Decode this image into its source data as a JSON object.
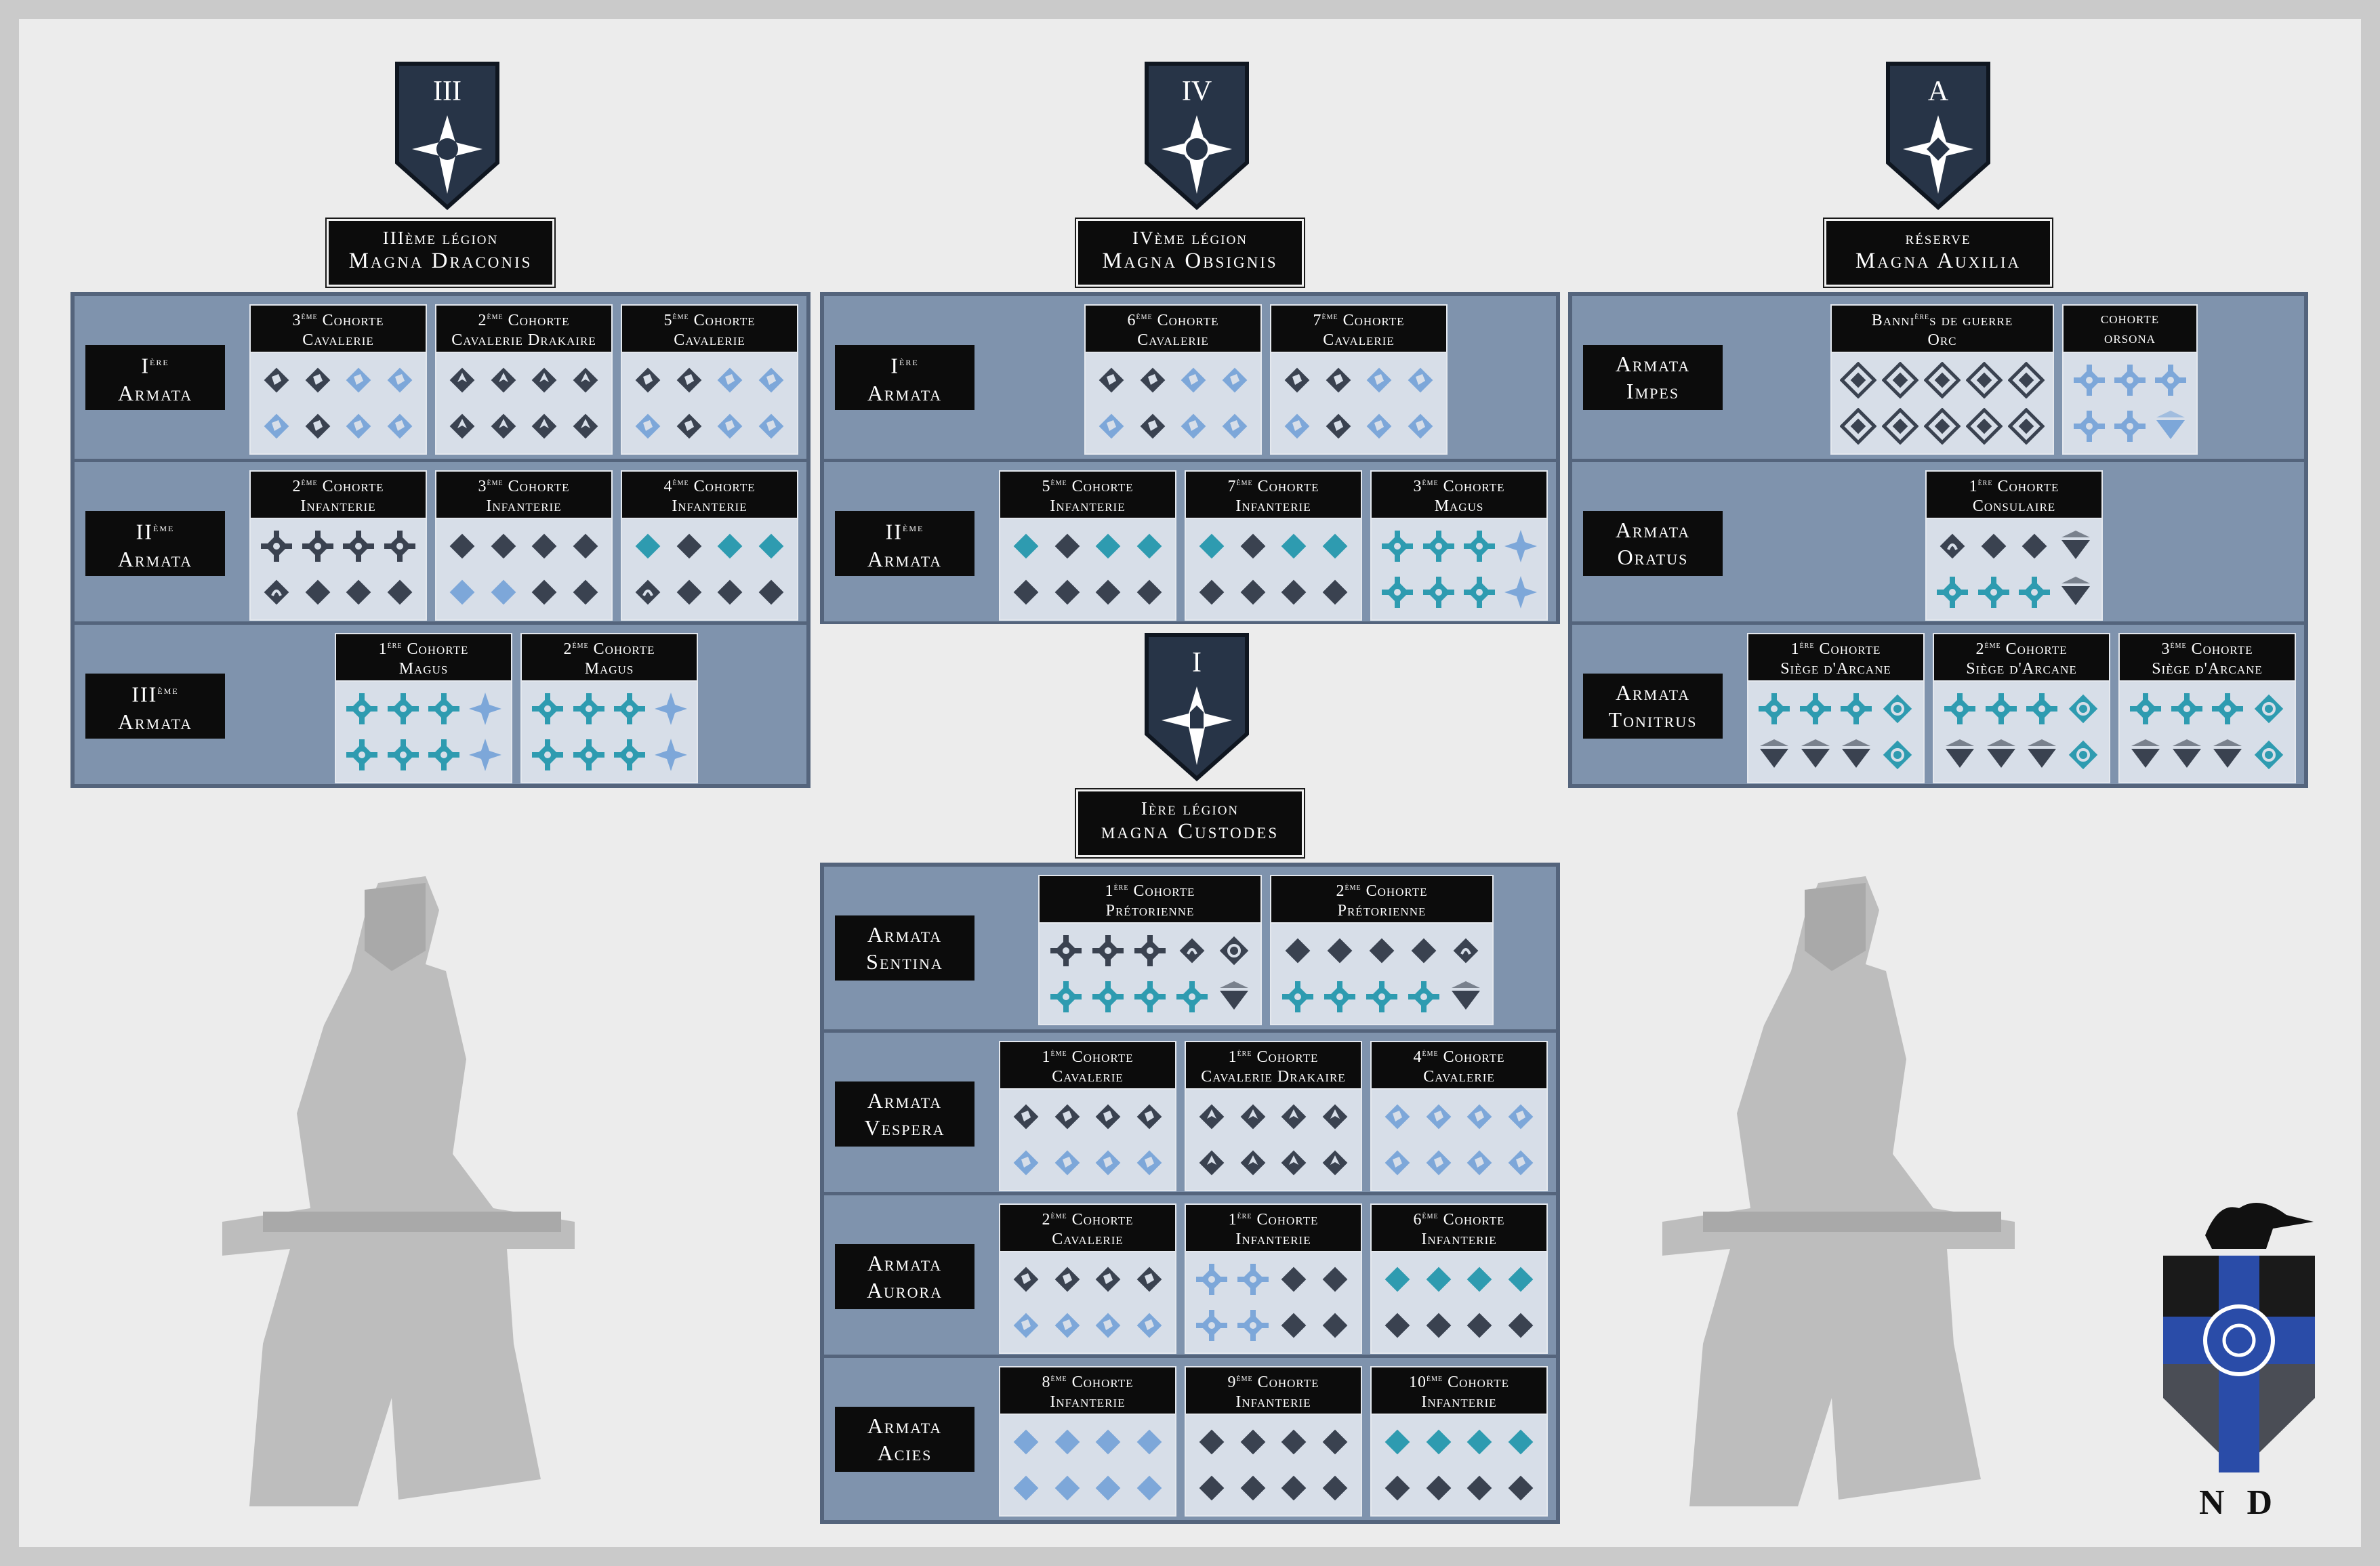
{
  "colors": {
    "frame": "#cacaca",
    "background": "#ececec",
    "panel": "#7f93ad",
    "panel_border": "#54647c",
    "label_bg": "#0c0c0c",
    "cell_bg": "#d7dee8",
    "icon_dark": "#3a4250",
    "icon_light": "#7da7d9",
    "icon_teal": "#2e9bb0",
    "emblem_blue": "#2a4ca8",
    "emblem_gray": "#4a4d55"
  },
  "crests": [
    {
      "numeral": "III",
      "emblem": "dragon-icon"
    },
    {
      "numeral": "IV",
      "emblem": "radial-sun-icon"
    },
    {
      "numeral": "A",
      "emblem": "rune-star-icon"
    },
    {
      "numeral": "I",
      "emblem": "crowned-helm-icon"
    }
  ],
  "legions": [
    {
      "id": "iii",
      "title_line1": "IIIème légion",
      "title_line2": "Magna Draconis",
      "armatas": [
        {
          "label_sup": "ère",
          "label_pre": "I",
          "label_name": "Armata",
          "cohorts": [
            {
              "line1": "3ème Cohorte",
              "line2": "Cavalerie",
              "icons": [
                "dk-horse",
                "dk-horse",
                "lt-horse",
                "lt-horse",
                "lt-horse",
                "dk-horse",
                "lt-horse",
                "lt-horse"
              ]
            },
            {
              "line1": "2ème Cohorte",
              "line2": "Cavalerie Drakaire",
              "icons": [
                "dk-drake",
                "dk-drake",
                "dk-drake",
                "dk-drake",
                "dk-drake",
                "dk-drake",
                "dk-drake",
                "dk-drake"
              ]
            },
            {
              "line1": "5ème Cohorte",
              "line2": "Cavalerie",
              "icons": [
                "dk-horse",
                "dk-horse",
                "lt-horse",
                "lt-horse",
                "lt-horse",
                "dk-horse",
                "lt-horse",
                "lt-horse"
              ]
            }
          ]
        },
        {
          "label_sup": "ème",
          "label_pre": "II",
          "label_name": "Armata",
          "cohorts": [
            {
              "line1": "2ème Cohorte",
              "line2": "Infanterie",
              "icons": [
                "dk-cross",
                "dk-cross",
                "dk-cross",
                "dk-cross",
                "dk-arch",
                "dk-dia",
                "dk-dia",
                "dk-dia"
              ]
            },
            {
              "line1": "3ème Cohorte",
              "line2": "Infanterie",
              "icons": [
                "dk-dia",
                "dk-dia",
                "dk-dia",
                "dk-dia",
                "lt-dia",
                "lt-dia",
                "dk-dia",
                "dk-dia"
              ]
            },
            {
              "line1": "4ème Cohorte",
              "line2": "Infanterie",
              "icons": [
                "tl-dia",
                "dk-dia",
                "tl-dia",
                "tl-dia",
                "dk-arch",
                "dk-dia",
                "dk-dia",
                "dk-dia"
              ]
            }
          ]
        },
        {
          "label_sup": "ème",
          "label_pre": "III",
          "label_name": "Armata",
          "cohorts": [
            {
              "line1": "1ère Cohorte",
              "line2": "Magus",
              "icons": [
                "tl-flake",
                "tl-flake",
                "tl-flake",
                "lt-star",
                "tl-flake",
                "tl-flake",
                "tl-flake",
                "lt-star"
              ]
            },
            {
              "line1": "2ème Cohorte",
              "line2": "Magus",
              "icons": [
                "tl-flake",
                "tl-flake",
                "tl-flake",
                "lt-star",
                "tl-flake",
                "tl-flake",
                "tl-flake",
                "lt-star"
              ]
            }
          ]
        }
      ]
    },
    {
      "id": "iv",
      "title_line1": "IVème légion",
      "title_line2": "Magna Obsignis",
      "armatas": [
        {
          "label_sup": "ère",
          "label_pre": "I",
          "label_name": "Armata",
          "cohorts": [
            {
              "line1": "6ème Cohorte",
              "line2": "Cavalerie",
              "icons": [
                "dk-horse",
                "dk-horse",
                "lt-horse",
                "lt-horse",
                "lt-horse",
                "dk-horse",
                "lt-horse",
                "lt-horse"
              ]
            },
            {
              "line1": "7ème Cohorte",
              "line2": "Cavalerie",
              "icons": [
                "dk-horse",
                "dk-horse",
                "lt-horse",
                "lt-horse",
                "lt-horse",
                "dk-horse",
                "lt-horse",
                "lt-horse"
              ]
            }
          ]
        },
        {
          "label_sup": "ème",
          "label_pre": "II",
          "label_name": "Armata",
          "cohorts": [
            {
              "line1": "5ème Cohorte",
              "line2": "Infanterie",
              "icons": [
                "tl-dia",
                "dk-dia",
                "tl-dia",
                "tl-dia",
                "dk-dia",
                "dk-dia",
                "dk-dia",
                "dk-dia"
              ]
            },
            {
              "line1": "7ème Cohorte",
              "line2": "Infanterie",
              "icons": [
                "tl-dia",
                "dk-dia",
                "tl-dia",
                "tl-dia",
                "dk-dia",
                "dk-dia",
                "dk-dia",
                "dk-dia"
              ]
            },
            {
              "line1": "3ème Cohorte",
              "line2": "Magus",
              "icons": [
                "tl-flake",
                "tl-flake",
                "tl-flake",
                "lt-star",
                "tl-flake",
                "tl-flake",
                "tl-flake",
                "lt-star"
              ]
            }
          ]
        }
      ]
    },
    {
      "id": "reserve",
      "title_line1": "réserve",
      "title_line2": "Magna Auxilia",
      "armatas": [
        {
          "label_sup": "",
          "label_pre": "Armata",
          "label_name": "Impes",
          "cohorts": [
            {
              "line1": "Bannières de guerre",
              "line2": "Orc",
              "wide": true,
              "icons": [
                "dk-orc",
                "dk-orc",
                "dk-orc",
                "dk-orc",
                "dk-orc",
                "dk-orc",
                "dk-orc",
                "dk-orc",
                "dk-orc",
                "dk-orc"
              ]
            },
            {
              "line1": "cohorte",
              "line2": "orsona",
              "narrow": true,
              "icons": [
                "lt-flake",
                "lt-flake",
                "lt-flake",
                "lt-flake",
                "lt-flake",
                "lt-tri"
              ]
            }
          ]
        },
        {
          "label_sup": "",
          "label_pre": "Armata",
          "label_name": "Oratus",
          "cohorts": [
            {
              "line1": "1ère Cohorte",
              "line2": "Consulaire",
              "icons": [
                "dk-arch",
                "dk-dia",
                "dk-dia",
                "dk-tri",
                "tl-flake",
                "tl-flake",
                "tl-flake",
                "dk-tri"
              ]
            }
          ]
        },
        {
          "label_sup": "",
          "label_pre": "Armata",
          "label_name": "Tonitrus",
          "cohorts": [
            {
              "line1": "1ère Cohorte",
              "line2": "Siège d'Arcane",
              "icons": [
                "tl-flake",
                "tl-flake",
                "tl-flake",
                "tl-ring",
                "dk-tri",
                "dk-tri",
                "dk-tri",
                "tl-ring"
              ]
            },
            {
              "line1": "2ème Cohorte",
              "line2": "Siège d'Arcane",
              "icons": [
                "tl-flake",
                "tl-flake",
                "tl-flake",
                "tl-ring",
                "dk-tri",
                "dk-tri",
                "dk-tri",
                "tl-ring"
              ]
            },
            {
              "line1": "3ème Cohorte",
              "line2": "Siège d'Arcane",
              "icons": [
                "tl-flake",
                "tl-flake",
                "tl-flake",
                "tl-ring",
                "dk-tri",
                "dk-tri",
                "dk-tri",
                "tl-ring"
              ]
            }
          ]
        }
      ]
    },
    {
      "id": "i",
      "title_line1": "Ière légion",
      "title_line2": "magna Custodes",
      "armatas": [
        {
          "label_sup": "",
          "label_pre": "Armata",
          "label_name": "Sentina",
          "cohorts": [
            {
              "line1": "1ère Cohorte",
              "line2": "Prétorienne",
              "wide": true,
              "icons": [
                "dk-cross",
                "dk-cross",
                "dk-cross",
                "dk-arch",
                "dk-ring",
                "tl-flake",
                "tl-flake",
                "tl-flake",
                "tl-flake",
                "dk-tri"
              ]
            },
            {
              "line1": "2ème Cohorte",
              "line2": "Prétorienne",
              "wide": true,
              "icons": [
                "dk-dia",
                "dk-dia",
                "dk-dia",
                "dk-dia",
                "dk-arch",
                "tl-flake",
                "tl-flake",
                "tl-flake",
                "tl-flake",
                "dk-tri"
              ]
            }
          ]
        },
        {
          "label_sup": "",
          "label_pre": "Armata",
          "label_name": "Vespera",
          "cohorts": [
            {
              "line1": "1ème Cohorte",
              "line2": "Cavalerie",
              "icons": [
                "dk-horse",
                "dk-horse",
                "dk-horse",
                "dk-horse",
                "lt-horse",
                "lt-horse",
                "lt-horse",
                "lt-horse"
              ]
            },
            {
              "line1": "1ère Cohorte",
              "line2": "Cavalerie Drakaire",
              "icons": [
                "dk-drake",
                "dk-drake",
                "dk-drake",
                "dk-drake",
                "dk-drake",
                "dk-drake",
                "dk-drake",
                "dk-drake"
              ]
            },
            {
              "line1": "4ème Cohorte",
              "line2": "Cavalerie",
              "icons": [
                "lt-horse",
                "lt-horse",
                "lt-horse",
                "lt-horse",
                "lt-horse",
                "lt-horse",
                "lt-horse",
                "lt-horse"
              ]
            }
          ]
        },
        {
          "label_sup": "",
          "label_pre": "Armata",
          "label_name": "Aurora",
          "cohorts": [
            {
              "line1": "2ème Cohorte",
              "line2": "Cavalerie",
              "icons": [
                "dk-horse",
                "dk-horse",
                "dk-horse",
                "dk-horse",
                "lt-horse",
                "lt-horse",
                "lt-horse",
                "lt-horse"
              ]
            },
            {
              "line1": "1ère Cohorte",
              "line2": "Infanterie",
              "icons": [
                "lt-cross",
                "lt-cross",
                "dk-dia",
                "dk-dia",
                "lt-cross",
                "lt-cross",
                "dk-dia",
                "dk-dia"
              ]
            },
            {
              "line1": "6ème Cohorte",
              "line2": "Infanterie",
              "icons": [
                "tl-dia",
                "tl-dia",
                "tl-dia",
                "tl-dia",
                "dk-dia",
                "dk-dia",
                "dk-dia",
                "dk-dia"
              ]
            }
          ]
        },
        {
          "label_sup": "",
          "label_pre": "Armata",
          "label_name": "Acies",
          "cohorts": [
            {
              "line1": "8ème Cohorte",
              "line2": "Infanterie",
              "icons": [
                "lt-dia",
                "lt-dia",
                "lt-dia",
                "lt-dia",
                "lt-dia",
                "lt-dia",
                "lt-dia",
                "lt-dia"
              ]
            },
            {
              "line1": "9ème Cohorte",
              "line2": "Infanterie",
              "icons": [
                "dk-dia",
                "dk-dia",
                "dk-dia",
                "dk-dia",
                "dk-dia",
                "dk-dia",
                "dk-dia",
                "dk-dia"
              ]
            },
            {
              "line1": "10ème Cohorte",
              "line2": "Infanterie",
              "icons": [
                "tl-dia",
                "tl-dia",
                "tl-dia",
                "tl-dia",
                "dk-dia",
                "dk-dia",
                "dk-dia",
                "dk-dia"
              ]
            }
          ]
        }
      ]
    }
  ],
  "logo": {
    "text": "N D"
  }
}
